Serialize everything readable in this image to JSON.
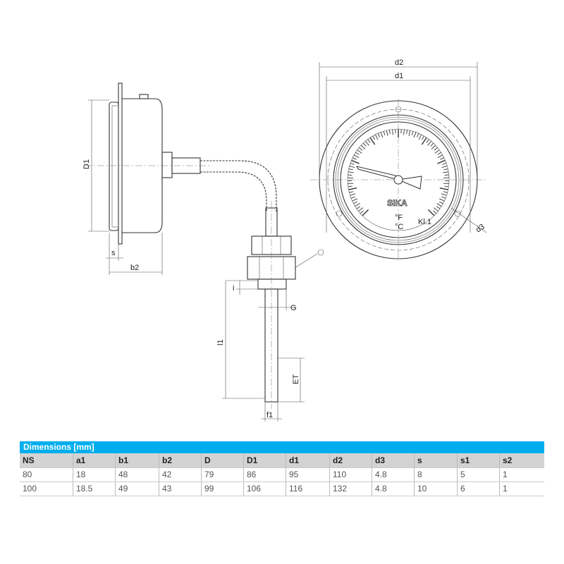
{
  "drawing": {
    "labels": {
      "d2": "d2",
      "d1": "d1",
      "d3": "d3",
      "D1": "D1",
      "s": "s",
      "b2": "b2",
      "i": "i",
      "G": "G",
      "l1": "l1",
      "ET": "ET",
      "f1": "f1"
    },
    "dial": {
      "brand": "SIKA",
      "unit_f": "°F",
      "unit_c": "°C",
      "class": "Kl.1"
    }
  },
  "table": {
    "title": "Dimensions [mm]",
    "headers": [
      "NS",
      "a1",
      "b1",
      "b2",
      "D",
      "D1",
      "d1",
      "d2",
      "d3",
      "s",
      "s1",
      "s2"
    ],
    "rows": [
      [
        "80",
        "18",
        "48",
        "42",
        "79",
        "86",
        "95",
        "110",
        "4.8",
        "8",
        "5",
        "1"
      ],
      [
        "100",
        "18.5",
        "49",
        "43",
        "99",
        "106",
        "116",
        "132",
        "4.8",
        "10",
        "6",
        "1"
      ]
    ]
  },
  "colors": {
    "accent": "#00aeef",
    "header_bg": "#d3d3d3"
  }
}
